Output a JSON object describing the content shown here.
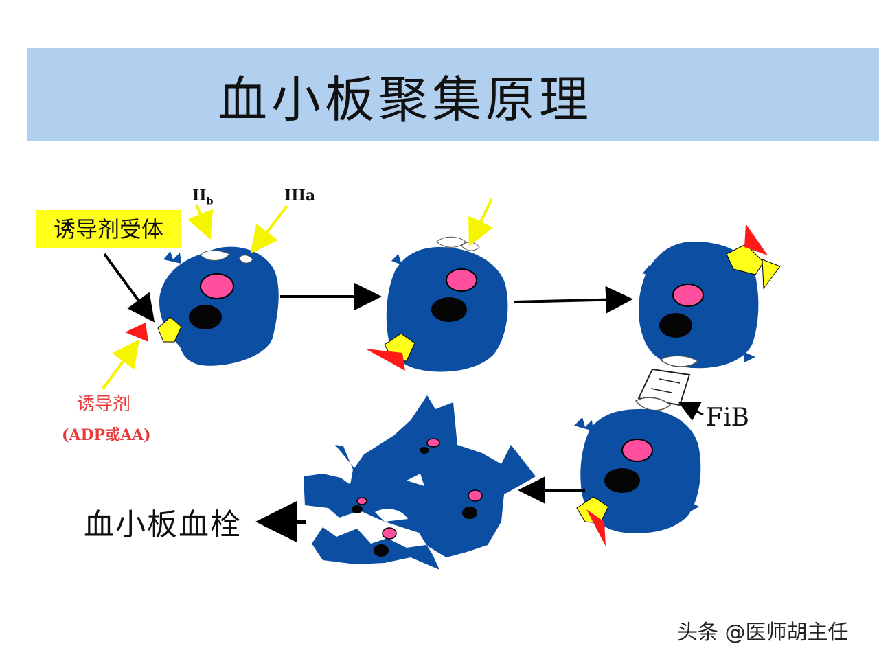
{
  "title": "血小板聚集原理",
  "labels": {
    "receptor": "诱导剂受体",
    "gp_iib": "II",
    "gp_iib_sub": "b",
    "gp_iiia": "IIIa",
    "inducer": "诱导剂",
    "inducer_examples": "(ADP或AA)",
    "fib": "FiB",
    "thrombus": "血小板血栓"
  },
  "watermark": "头条 @医师胡主任",
  "colors": {
    "banner": "#b1cfee",
    "platelet": "#0b4ea2",
    "nucleus_pink": "#ff4f9e",
    "granule_black": "#050505",
    "receptor_yellow": "#ffff19",
    "inducer_red": "#ff1a1a",
    "pointer_yellow": "#f5f500"
  }
}
